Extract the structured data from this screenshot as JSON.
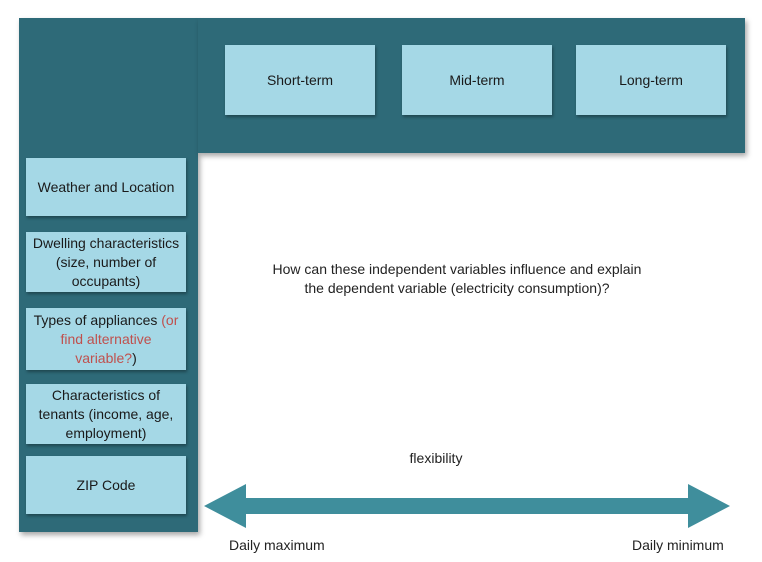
{
  "horizons": [
    {
      "label": "Short-term"
    },
    {
      "label": "Mid-term"
    },
    {
      "label": "Long-term"
    }
  ],
  "variables": {
    "weather": "Weather and Location",
    "dwelling": "Dwelling characteristics (size, number of occupants)",
    "appliances_main": "Types of appliances ",
    "appliances_accent": "(or find alternative variable?",
    "appliances_close": ")",
    "tenants": "Characteristics of tenants (income, age, employment)",
    "zip": "ZIP Code"
  },
  "question": "How can these independent variables influence and explain the dependent variable (electricity consumption)?",
  "scale": {
    "title": "flexibility",
    "left_label": "Daily maximum",
    "right_label": "Daily minimum"
  },
  "colors": {
    "panel": "#2e6a78",
    "box": "#a5d8e6",
    "arrow": "#3f8e9c",
    "accent": "#c0504d"
  }
}
